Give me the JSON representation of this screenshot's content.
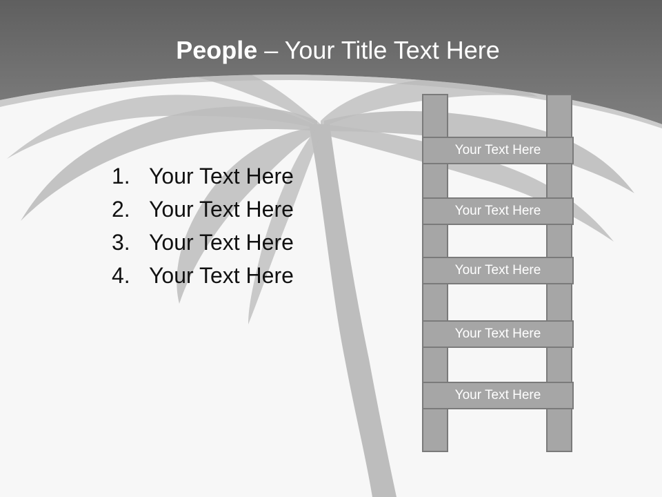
{
  "title": {
    "bold": "People",
    "rest": " – Your Title Text Here"
  },
  "list": [
    {
      "num": "1.",
      "text": "Your Text Here"
    },
    {
      "num": "2.",
      "text": "Your Text Here"
    },
    {
      "num": "3.",
      "text": "Your Text Here"
    },
    {
      "num": "4.",
      "text": "Your Text Here"
    }
  ],
  "ladder": {
    "rungs": [
      "Your Text Here",
      "Your Text Here",
      "Your Text Here",
      "Your Text Here",
      "Your Text Here"
    ]
  },
  "colors": {
    "header": "#6d6d6d",
    "background": "#f7f7f7",
    "palm": "#b5b5b5",
    "ladder_fill": "#a6a6a6",
    "ladder_border": "#7a7a7a"
  }
}
